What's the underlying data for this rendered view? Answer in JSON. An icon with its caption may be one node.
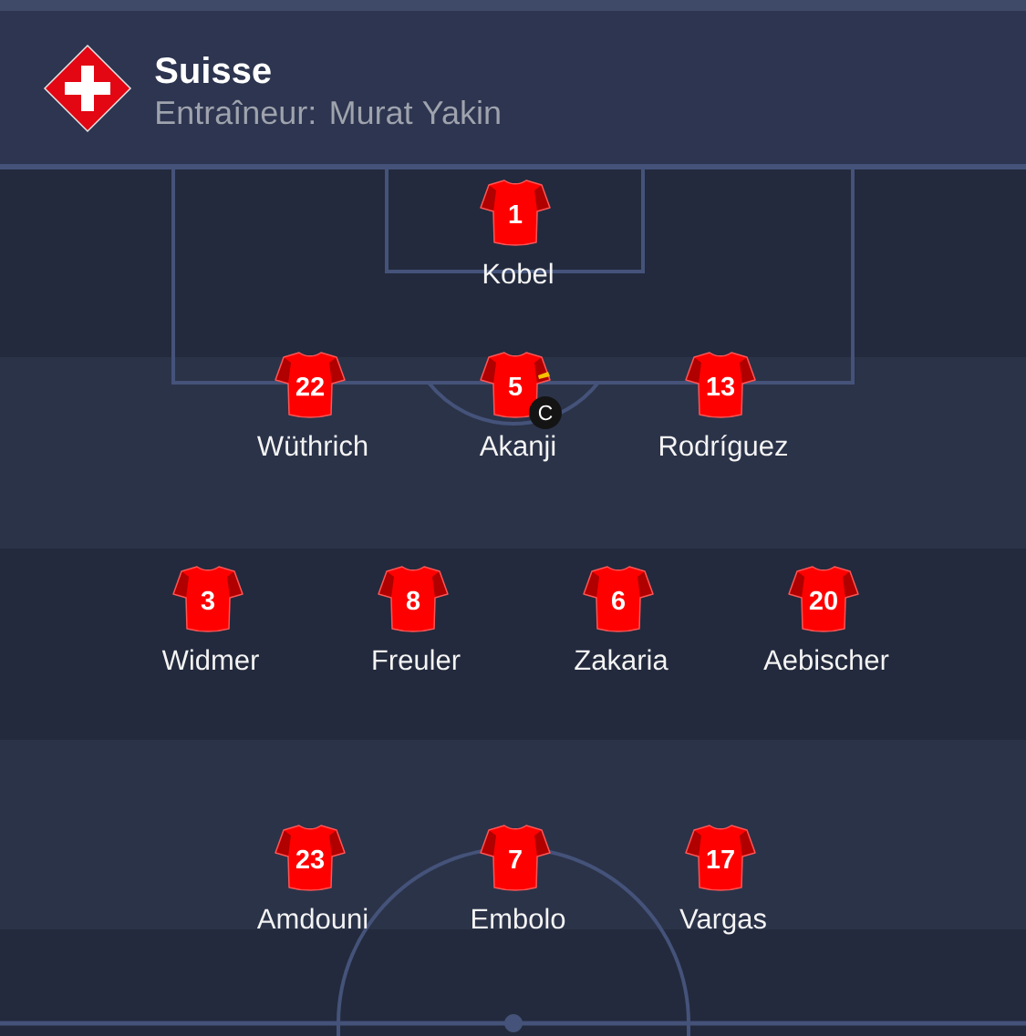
{
  "diagram": {
    "title": "Suisse",
    "nodes": [
      {
        "text": [
          "1"
        ],
        "beside": [
          "Kobel"
        ]
      },
      {
        "text": [
          "22"
        ],
        "beside": [
          "Wüthrich"
        ]
      },
      {
        "text": [
          "5"
        ],
        "beside": [
          "Akanji"
        ]
      },
      {
        "text": [
          "C"
        ]
      },
      {
        "text": [
          "13"
        ],
        "beside": [
          "Rodríguez"
        ]
      },
      {
        "text": [
          "3"
        ],
        "beside": [
          "Widmer"
        ]
      },
      {
        "text": [
          "8"
        ],
        "beside": [
          "Freuler"
        ]
      },
      {
        "text": [
          "6"
        ],
        "beside": [
          "Zakaria"
        ]
      },
      {
        "text": [
          "20"
        ],
        "beside": [
          "Aebischer"
        ]
      },
      {
        "text": [
          "23"
        ],
        "beside": [
          "Amdouni"
        ]
      },
      {
        "text": [
          "7"
        ],
        "beside": [
          "Embolo"
        ]
      },
      {
        "text": [
          "17"
        ],
        "beside": [
          "Vargas"
        ]
      }
    ],
    "labels": [
      "Entraîneur: Murat Yakin"
    ]
  }
}
